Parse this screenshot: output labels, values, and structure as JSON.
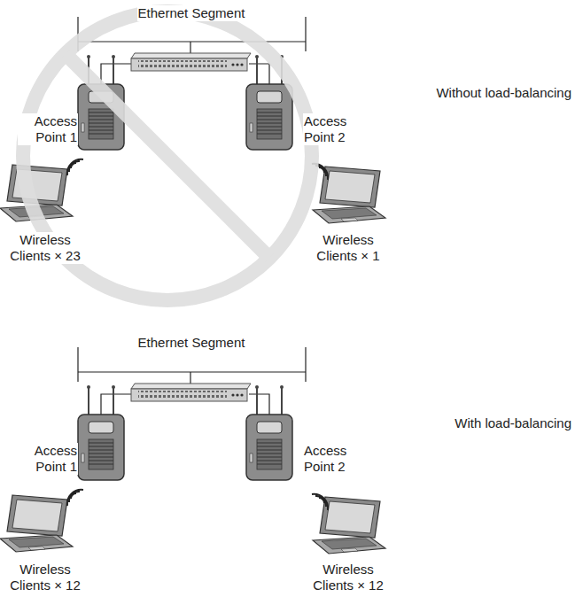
{
  "diagram": {
    "nodes": [
      {
        "text": [
          "Access Point 1"
        ]
      },
      {
        "text": [
          "Access Point 2"
        ]
      },
      {
        "text": [
          "Wireless Clients × 23"
        ]
      },
      {
        "text": [
          "Wireless Clients × 1"
        ]
      },
      {
        "text": [
          "Access Point 1"
        ]
      },
      {
        "text": [
          "Access Point 2"
        ]
      },
      {
        "text": [
          "Wireless Clients × 12"
        ]
      },
      {
        "text": [
          "Wireless Clients × 12"
        ]
      }
    ],
    "labels": [
      "Ethernet Segment",
      "Without load-balancing",
      "Ethernet Segment",
      "With load-balancing"
    ]
  }
}
